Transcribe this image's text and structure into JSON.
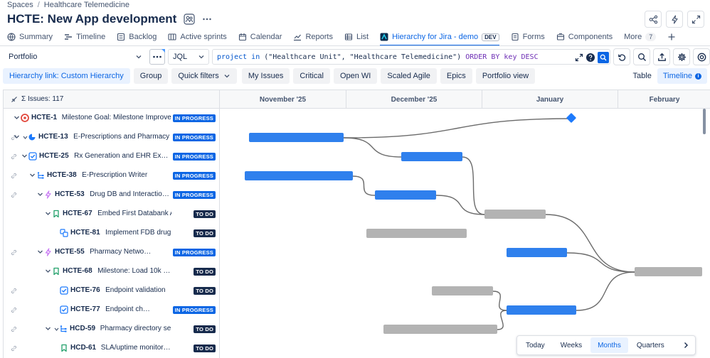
{
  "breadcrumb": {
    "root": "Spaces",
    "separator": "/",
    "current": "Healthcare Telemedicine"
  },
  "title": "HCTE: New App development",
  "title_icon": "team-icon",
  "tabs": [
    {
      "label": "Summary",
      "icon": "globe-icon"
    },
    {
      "label": "Timeline",
      "icon": "timeline-icon"
    },
    {
      "label": "Backlog",
      "icon": "backlog-icon"
    },
    {
      "label": "Active sprints",
      "icon": "board-icon"
    },
    {
      "label": "Calendar",
      "icon": "calendar-icon"
    },
    {
      "label": "Reports",
      "icon": "chart-icon"
    },
    {
      "label": "List",
      "icon": "list-icon"
    },
    {
      "label": "Hierarchy for Jira - demo",
      "icon": "hierarchy-app-icon",
      "badge": "DEV",
      "active": true
    },
    {
      "label": "Forms",
      "icon": "forms-icon"
    },
    {
      "label": "Components",
      "icon": "components-icon"
    },
    {
      "label": "More",
      "count": "7"
    }
  ],
  "jql": {
    "portfolio_label": "Portfolio",
    "mode": "JQL",
    "query_parts": [
      {
        "text": "project",
        "cls": "kw"
      },
      {
        "text": " in ",
        "cls": "kw"
      },
      {
        "text": "(\"Healthcare Unit\", \"Healthcare Telemedicine\")",
        "cls": "str"
      },
      {
        "text": " ORDER BY key DESC",
        "cls": "ord"
      }
    ]
  },
  "filters": {
    "hierarchy_link": "Hierarchy link: Custom Hierarchy",
    "group": "Group",
    "quick_filters": "Quick filters",
    "chips": [
      "My Issues",
      "Critical",
      "Open WI",
      "Scaled Agile",
      "Epics",
      "Portfolio view"
    ],
    "view_table": "Table",
    "view_timeline": "Timeline"
  },
  "grid": {
    "issues_label": "Σ Issues: 117",
    "months": [
      "November '25",
      "December '25",
      "January",
      "February"
    ]
  },
  "rows": [
    {
      "key": "HCTE-1",
      "summary": "Milestone Goal: Milestone Improve…",
      "status": "IN PROGRESS",
      "status_kind": "prog",
      "type": "milestone-icon",
      "type_color": "#e2483d",
      "indent": 0,
      "chevron": true,
      "link": false,
      "dep": false
    },
    {
      "key": "HCTE-13",
      "summary": "E-Prescriptions and Pharmacy …",
      "status": "IN PROGRESS",
      "status_kind": "prog",
      "type": "initiative-icon",
      "type_color": "#1d7afc",
      "indent": 0,
      "chevron": true,
      "link": true,
      "dep": true
    },
    {
      "key": "HCTE-25",
      "summary": "Rx Generation and EHR Ex…",
      "status": "IN PROGRESS",
      "status_kind": "prog",
      "type": "task-icon",
      "type_color": "#1d7afc",
      "indent": 1,
      "chevron": true,
      "link": true,
      "dep": false
    },
    {
      "key": "HCTE-38",
      "summary": "E-Prescription Writer",
      "status": "IN PROGRESS",
      "status_kind": "prog",
      "type": "hierarchy-level-icon",
      "type_color": "#1d7afc",
      "indent": 2,
      "chevron": true,
      "link": true,
      "dep": false
    },
    {
      "key": "HCTE-53",
      "summary": "Drug DB and Interactio…",
      "status": "IN PROGRESS",
      "status_kind": "prog",
      "type": "epic-icon",
      "type_color": "#c97cf4",
      "indent": 3,
      "chevron": true,
      "link": true,
      "dep": false
    },
    {
      "key": "HCTE-67",
      "summary": "Embed First Databank API",
      "status": "TO DO",
      "status_kind": "todo",
      "type": "story-icon",
      "type_color": "#22a06b",
      "indent": 4,
      "chevron": true,
      "link": false,
      "dep": false
    },
    {
      "key": "HCTE-81",
      "summary": "Implement FDB drug lo…",
      "status": "TO DO",
      "status_kind": "todo",
      "type": "subtask-icon",
      "type_color": "#1d7afc",
      "indent": 5,
      "chevron": false,
      "link": false,
      "dep": false
    },
    {
      "key": "HCTE-55",
      "summary": "Pharmacy Netwo…",
      "status": "IN PROGRESS",
      "status_kind": "prog",
      "type": "epic-icon",
      "type_color": "#c97cf4",
      "indent": 3,
      "chevron": true,
      "link": true,
      "dep": false
    },
    {
      "key": "HCTE-68",
      "summary": "Milestone: Load 10k …",
      "status": "TO DO",
      "status_kind": "todo",
      "type": "story-icon",
      "type_color": "#22a06b",
      "indent": 4,
      "chevron": true,
      "link": false,
      "dep": false
    },
    {
      "key": "HCTE-76",
      "summary": "Endpoint validation",
      "status": "TO DO",
      "status_kind": "todo",
      "type": "task-icon",
      "type_color": "#1d7afc",
      "indent": 5,
      "chevron": false,
      "link": true,
      "dep": false
    },
    {
      "key": "HCTE-77",
      "summary": "Endpoint ch…",
      "status": "IN PROGRESS",
      "status_kind": "prog",
      "type": "task-icon",
      "type_color": "#1d7afc",
      "indent": 5,
      "chevron": false,
      "link": true,
      "dep": false
    },
    {
      "key": "HCD-59",
      "summary": "Pharmacy directory se…",
      "status": "TO DO",
      "status_kind": "todo",
      "type": "hierarchy-level-icon",
      "type_color": "#1d7afc",
      "indent": 4,
      "chevron": true,
      "link": true,
      "dep": true
    },
    {
      "key": "HCD-61",
      "summary": "SLA/uptime monitor…",
      "status": "TO DO",
      "status_kind": "todo",
      "type": "story-icon",
      "type_color": "#22a06b",
      "indent": 5,
      "chevron": false,
      "link": true,
      "dep": false
    }
  ],
  "zoom": {
    "options": [
      "Today",
      "Weeks",
      "Months",
      "Quarters"
    ],
    "active": "Months"
  },
  "colors": {
    "accent": "#0c66e4",
    "in_progress": "#2f80ed",
    "to_do": "#b3b3b3",
    "milestone": "#1d7afc"
  }
}
